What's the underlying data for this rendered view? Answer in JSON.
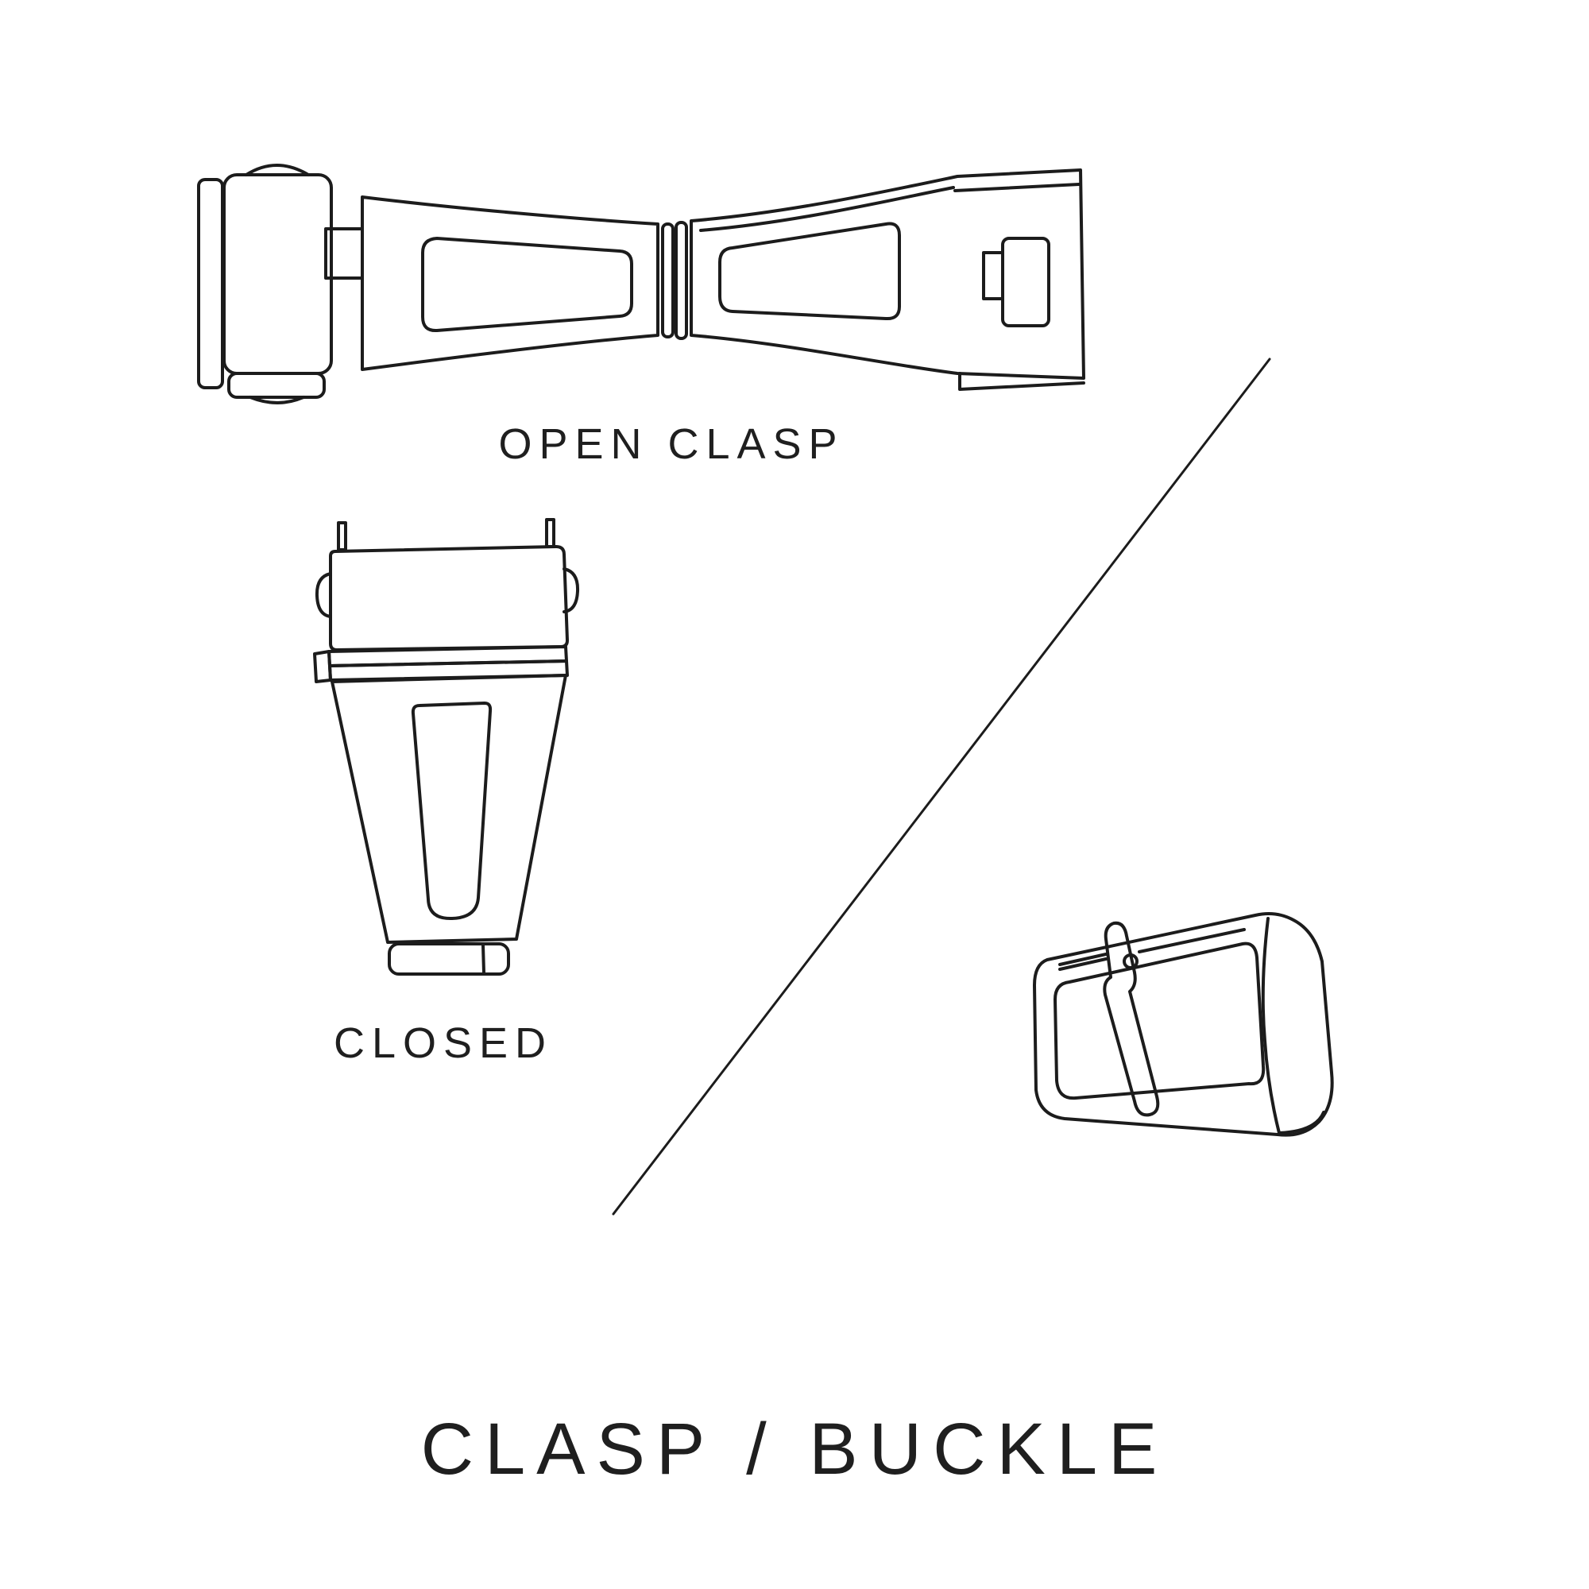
{
  "page": {
    "title": "CLASP / BUCKLE",
    "background_color": "#ffffff",
    "line_color": "#1c1c1c",
    "text_color": "#1f1f1f"
  },
  "labels": {
    "open_clasp": "OPEN CLASP",
    "closed": "CLOSED"
  },
  "illustrations": {
    "open_clasp": "open-clasp-illustration",
    "closed_clasp": "closed-clasp-illustration",
    "buckle": "buckle-illustration",
    "divider": "divider-line"
  }
}
